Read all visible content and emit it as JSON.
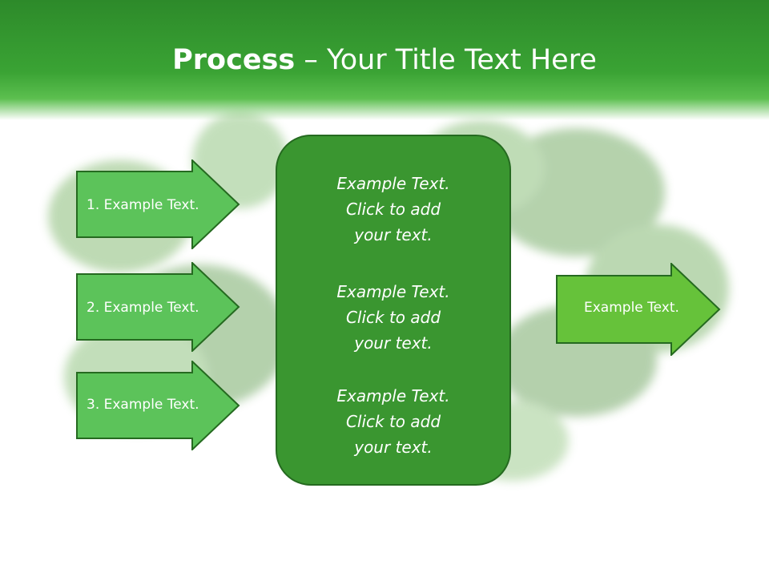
{
  "title": {
    "bold": "Process",
    "rest": " – Your Title Text Here"
  },
  "inputs": [
    {
      "label": "1. Example Text."
    },
    {
      "label": "2. Example Text."
    },
    {
      "label": "3. Example Text."
    }
  ],
  "center": [
    {
      "line1": "Example Text.",
      "line2": "Click  to add",
      "line3": "your text."
    },
    {
      "line1": "Example Text.",
      "line2": "Click  to add",
      "line3": "your text."
    },
    {
      "line1": "Example Text.",
      "line2": "Click  to add",
      "line3": "your text."
    }
  ],
  "output": {
    "label": "Example Text."
  },
  "colors": {
    "header": "#3aa334",
    "input_arrow": "#5cc35a",
    "output_arrow": "#66c23a",
    "center_box": "#3a9630",
    "outline": "#256a20"
  }
}
